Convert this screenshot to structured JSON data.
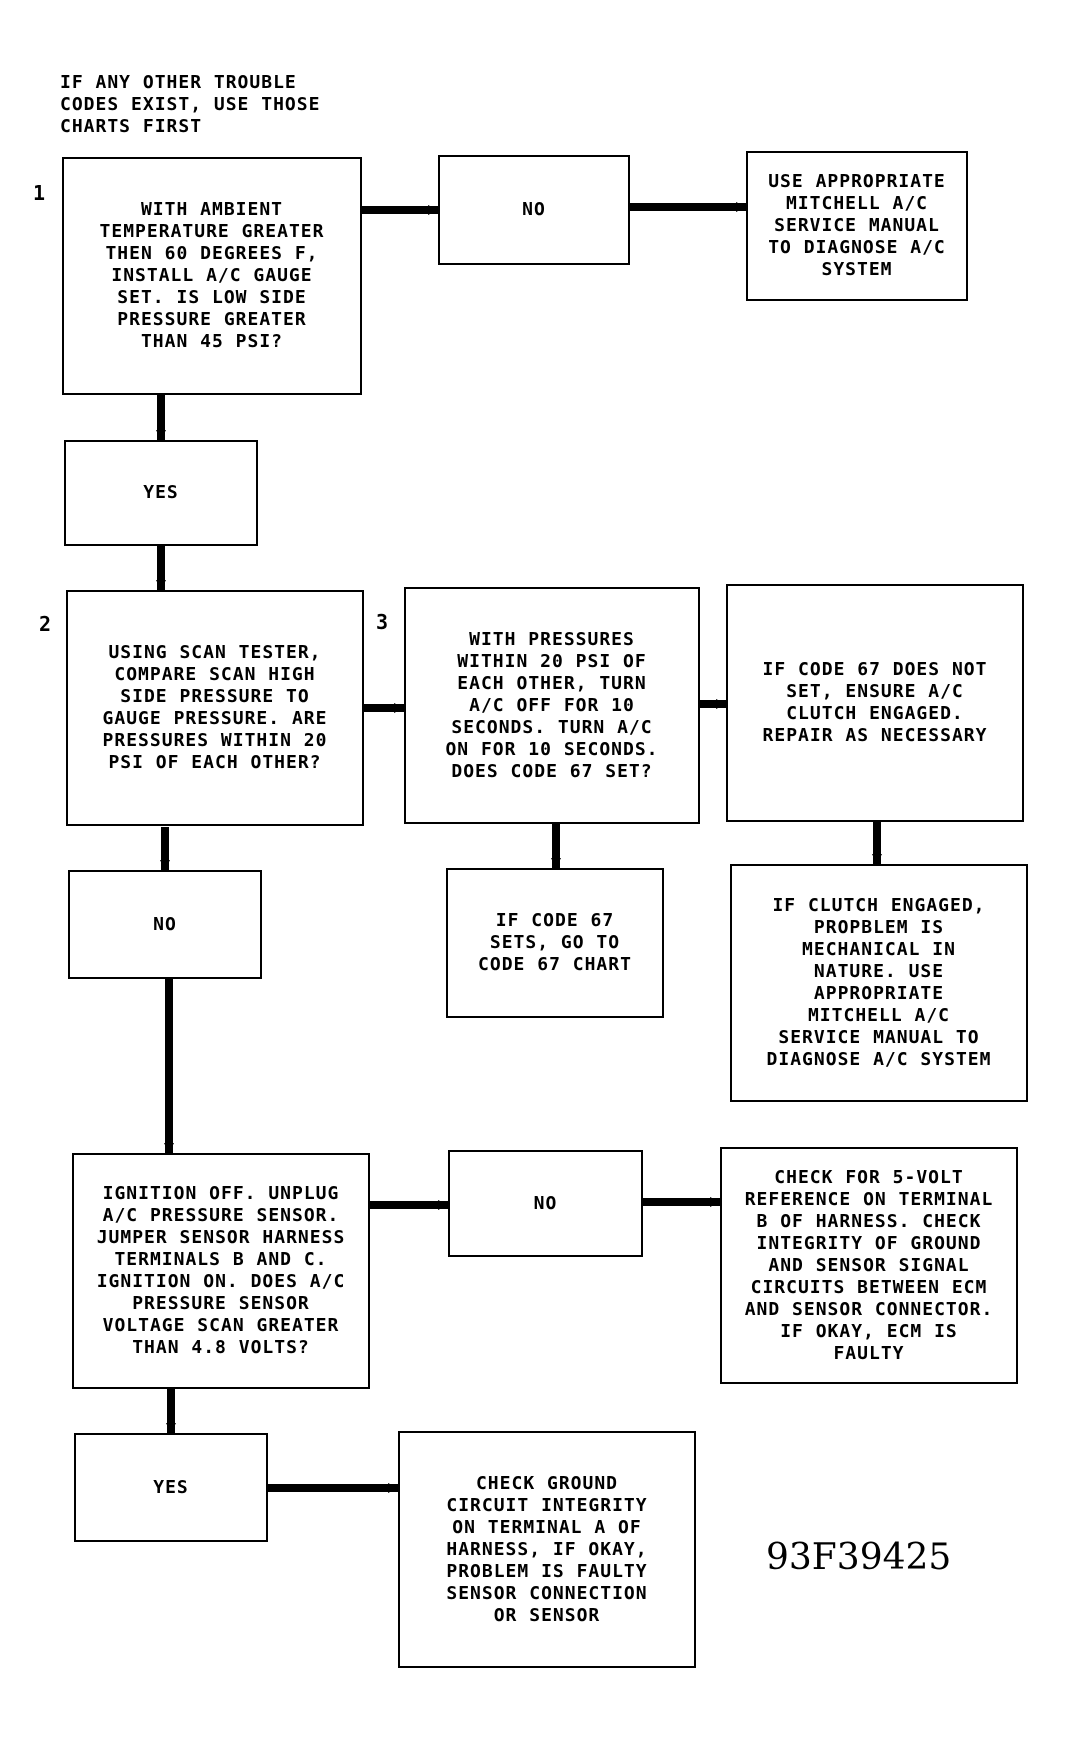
{
  "intro_note": "IF ANY OTHER TROUBLE\nCODES EXIST, USE THOSE\nCHARTS FIRST",
  "step_numbers": [
    "1",
    "2",
    "3"
  ],
  "boxes": {
    "q1": "WITH AMBIENT\nTEMPERATURE GREATER\nTHEN 60 DEGREES F,\nINSTALL A/C GAUGE\nSET. IS LOW SIDE\nPRESSURE GREATER\nTHAN 45 PSI?",
    "q1_no": "NO",
    "q1_no_action": "USE APPROPRIATE\nMITCHELL A/C\nSERVICE MANUAL\nTO DIAGNOSE A/C\nSYSTEM",
    "q1_yes": "YES",
    "q2": "USING SCAN TESTER,\nCOMPARE SCAN HIGH\nSIDE PRESSURE TO\nGAUGE PRESSURE. ARE\nPRESSURES WITHIN 20\nPSI OF EACH OTHER?",
    "q3": "WITH PRESSURES\nWITHIN 20 PSI OF\nEACH OTHER, TURN\nA/C OFF FOR 10\nSECONDS. TURN A/C\nON FOR 10 SECONDS.\nDOES CODE 67 SET?",
    "q3_no_action": "IF CODE 67 DOES NOT\nSET, ENSURE A/C\nCLUTCH ENGAGED.\nREPAIR AS NECESSARY",
    "q3_yes_action": "IF CODE 67\nSETS, GO TO\nCODE 67 CHART",
    "clutch_action": "IF CLUTCH ENGAGED,\nPROPBLEM IS\nMECHANICAL IN\nNATURE. USE\nAPPROPRIATE\nMITCHELL A/C\nSERVICE MANUAL TO\nDIAGNOSE A/C SYSTEM",
    "q2_no": "NO",
    "q4": "IGNITION OFF. UNPLUG\nA/C PRESSURE SENSOR.\nJUMPER SENSOR HARNESS\nTERMINALS B AND C.\nIGNITION ON. DOES A/C\nPRESSURE SENSOR\nVOLTAGE SCAN GREATER\nTHAN 4.8 VOLTS?",
    "q4_no": "NO",
    "q4_no_action": "CHECK FOR 5-VOLT\nREFERENCE ON TERMINAL\nB OF HARNESS. CHECK\nINTEGRITY OF GROUND\nAND SENSOR SIGNAL\nCIRCUITS BETWEEN ECM\nAND SENSOR CONNECTOR.\nIF OKAY, ECM IS\nFAULTY",
    "q4_yes": "YES",
    "q4_yes_action": "CHECK GROUND\nCIRCUIT INTEGRITY\nON TERMINAL A OF\nHARNESS, IF OKAY,\nPROBLEM IS FAULTY\nSENSOR CONNECTION\nOR SENSOR"
  },
  "figure_id": "93F39425"
}
